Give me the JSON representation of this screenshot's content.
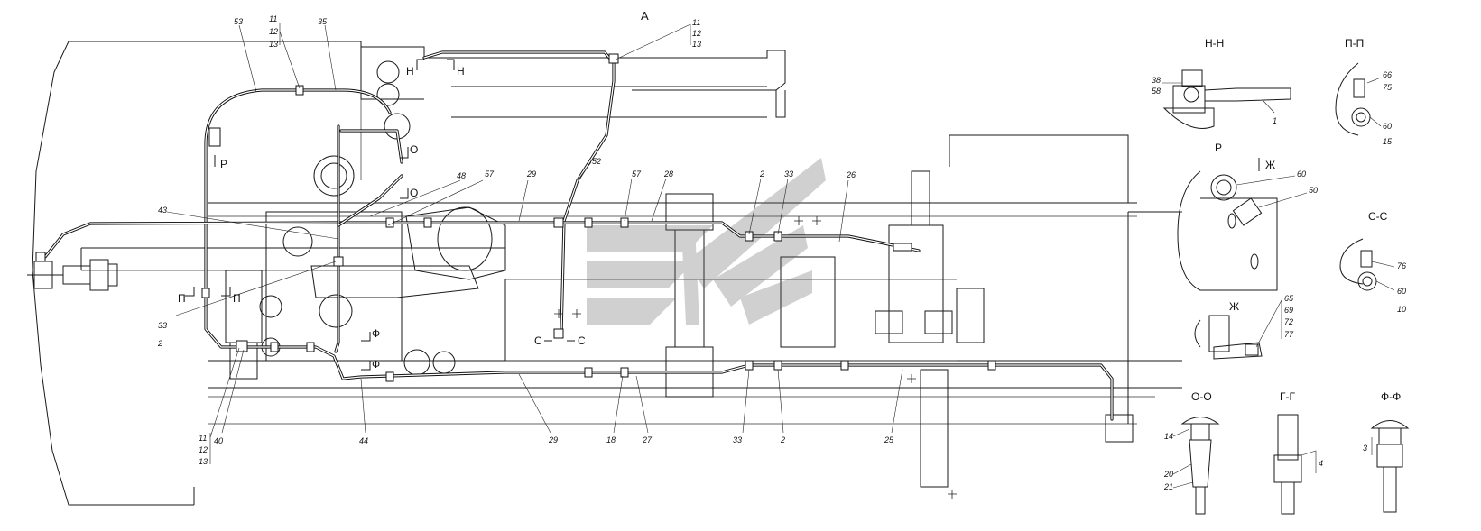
{
  "view_label": "А",
  "part_labels": {
    "p53": "53",
    "p11a": "11",
    "p12a": "12",
    "p13a": "13",
    "p35": "35",
    "p11b": "11",
    "p12b": "12",
    "p13b": "13",
    "p43": "43",
    "p48": "48",
    "p57a": "57",
    "p29a": "29",
    "p52": "52",
    "p57b": "57",
    "p28": "28",
    "p2a": "2",
    "p33a": "33",
    "p26": "26",
    "p33b": "33",
    "p2b": "2",
    "p11c": "11",
    "p12c": "12",
    "p13c": "13",
    "p40": "40",
    "p44": "44",
    "p29b": "29",
    "p18": "18",
    "p27": "27",
    "p33c": "33",
    "p2c": "2",
    "p25": "25"
  },
  "cut_marks": {
    "hl": "Н",
    "hr": "Н",
    "pl": "П",
    "pr": "П",
    "o1": "О",
    "o2": "О",
    "f1": "Ф",
    "f2": "Ф",
    "c1": "С",
    "c2": "С",
    "r": "Р"
  },
  "sections": {
    "nn": {
      "title": "Н-Н",
      "labels": [
        "38",
        "58",
        "1"
      ]
    },
    "pp": {
      "title": "П-П",
      "labels": [
        "66",
        "75",
        "60",
        "15"
      ]
    },
    "r": {
      "title": "Р",
      "arrow": "Ж",
      "labels": [
        "60",
        "50"
      ]
    },
    "cc": {
      "title": "С-С",
      "labels": [
        "76",
        "60",
        "10"
      ]
    },
    "zh": {
      "title": "Ж",
      "labels": [
        "65",
        "69",
        "72",
        "77"
      ]
    },
    "oo": {
      "title": "О-О",
      "labels": [
        "14",
        "20",
        "21"
      ]
    },
    "gg": {
      "title": "Г-Г",
      "labels": [
        "4"
      ]
    },
    "ff": {
      "title": "Ф-Ф",
      "labels": [
        "3"
      ]
    }
  }
}
